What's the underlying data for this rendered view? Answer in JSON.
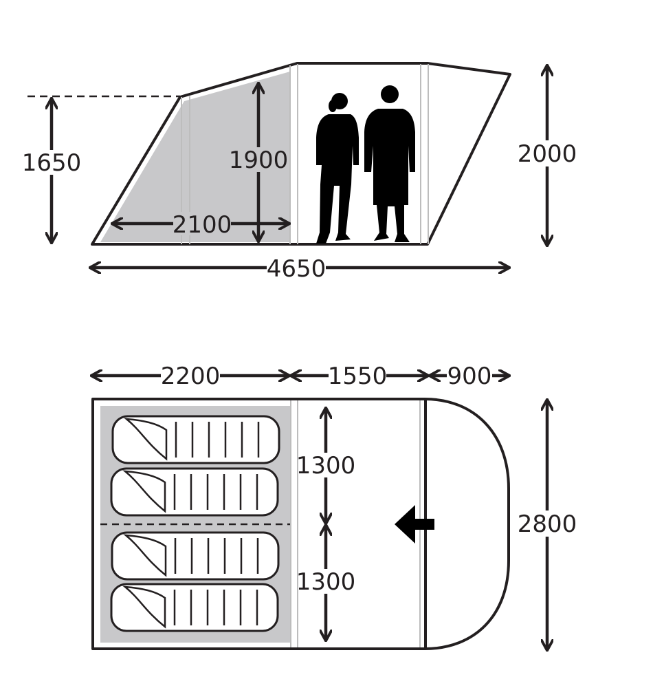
{
  "side_view": {
    "label_eave_height": "1650",
    "label_inner_height": "1900",
    "label_bedroom_length": "2100",
    "label_total_length": "4650",
    "label_peak_height": "2000"
  },
  "floor_plan": {
    "label_bedroom_depth": "2200",
    "label_living_depth": "1550",
    "label_porch_depth": "900",
    "label_bay_width_top": "1300",
    "label_bay_width_bottom": "1300",
    "label_total_width": "2800"
  },
  "colors": {
    "line": "#231f20",
    "bedroom_fill": "#c8c8ca",
    "background": "#ffffff"
  },
  "icons": [
    "person-female-silhouette",
    "person-male-silhouette",
    "sleeping-bag",
    "door-entry-arrow"
  ]
}
